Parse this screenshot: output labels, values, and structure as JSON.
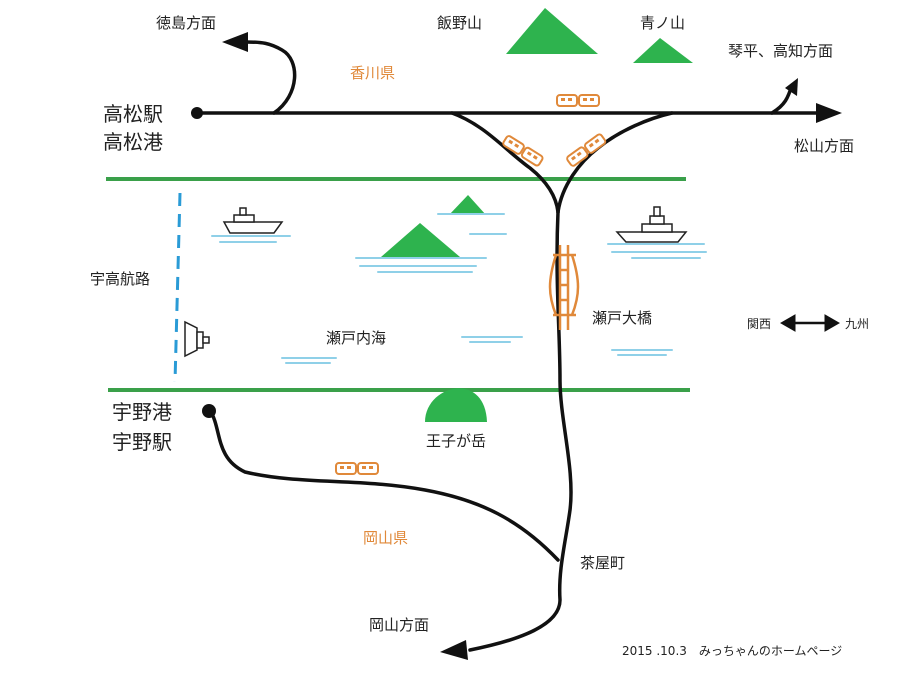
{
  "colors": {
    "rail": "#111111",
    "coast": "#3aa04a",
    "mountain": "#2eb34e",
    "water": "#8fd0e8",
    "route": "#2a9bd6",
    "bridge": "#e0893a",
    "prefecture": "#e0893a"
  },
  "labels": {
    "tokushima": "徳島方面",
    "iinoyama": "飯野山",
    "aonoyama": "青ノ山",
    "kotohira": "琴平、高知方面",
    "kagawa": "香川県",
    "takamatsu_station": "高松駅",
    "takamatsu_port": "高松港",
    "matsuyama": "松山方面",
    "uko_route": "宇高航路",
    "seto_ohashi": "瀬戸大橋",
    "kansai": "関西",
    "kyushu": "九州",
    "inland_sea": "瀬戸内海",
    "uno_port": "宇野港",
    "uno_station": "宇野駅",
    "oujigatake": "王子が岳",
    "okayama_pref": "岡山県",
    "chayamachi": "茶屋町",
    "okayama": "岡山方面",
    "footer": "2015 .10.3　みっちゃんのホームページ"
  },
  "icons": {
    "train": "train-icon",
    "ferry": "ferry-icon",
    "mountain": "mountain-icon",
    "bridge": "bridge-icon",
    "arrow": "double-arrow-icon"
  }
}
